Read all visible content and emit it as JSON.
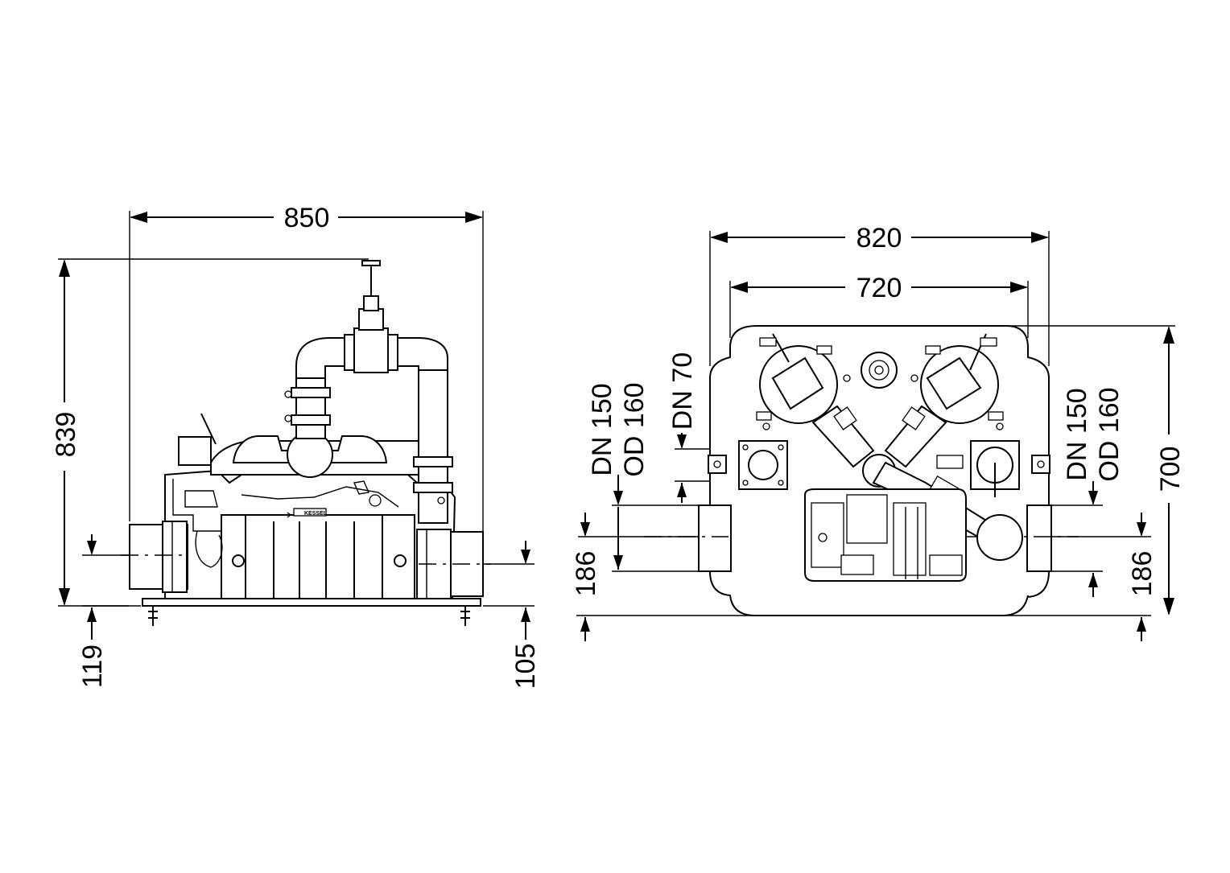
{
  "side_view": {
    "width_label": "850",
    "height_label": "839",
    "inlet_height_label": "119",
    "outlet_height_label": "105",
    "brand_label": "KESSEL"
  },
  "top_view": {
    "outer_width_label": "820",
    "inner_width_label": "720",
    "depth_label": "700",
    "left_pipe_height_label": "186",
    "right_pipe_height_label": "186",
    "left_inlet_dn": "DN 150",
    "left_inlet_od": "OD 160",
    "vent_dn": "DN 70",
    "right_inlet_dn": "DN 150",
    "right_inlet_od": "OD 160"
  }
}
